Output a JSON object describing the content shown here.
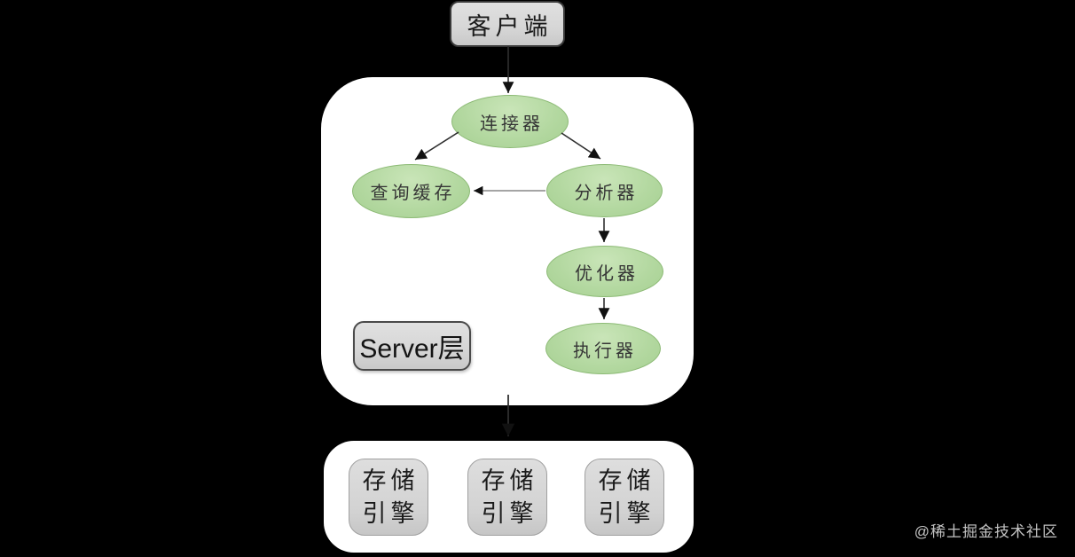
{
  "client": {
    "label": "客户端"
  },
  "server_layer": {
    "label": "Server层",
    "nodes": [
      {
        "id": "connector",
        "label": "连接器"
      },
      {
        "id": "query_cache",
        "label": "查询缓存"
      },
      {
        "id": "analyzer",
        "label": "分析器"
      },
      {
        "id": "optimizer",
        "label": "优化器"
      },
      {
        "id": "executor",
        "label": "执行器"
      }
    ]
  },
  "storage_layer": {
    "engines": [
      {
        "line1": "存储",
        "line2": "引擎"
      },
      {
        "line1": "存储",
        "line2": "引擎"
      },
      {
        "line1": "存储",
        "line2": "引擎"
      }
    ]
  },
  "edges": [
    {
      "from": "client",
      "to": "connector"
    },
    {
      "from": "connector",
      "to": "query_cache"
    },
    {
      "from": "connector",
      "to": "analyzer"
    },
    {
      "from": "analyzer",
      "to": "query_cache"
    },
    {
      "from": "analyzer",
      "to": "optimizer"
    },
    {
      "from": "optimizer",
      "to": "executor"
    },
    {
      "from": "server_layer",
      "to": "storage_layer"
    }
  ],
  "watermark": {
    "text": "@稀土掘金技术社区"
  },
  "colors": {
    "background": "#000000",
    "panel_fill": "#ffffff",
    "node_fill": "#b3d8a0",
    "node_border": "#8cba75",
    "graybox_fill": "#d6d6d6",
    "graybox_border": "#383838",
    "arrow": "#2f2f2f"
  }
}
